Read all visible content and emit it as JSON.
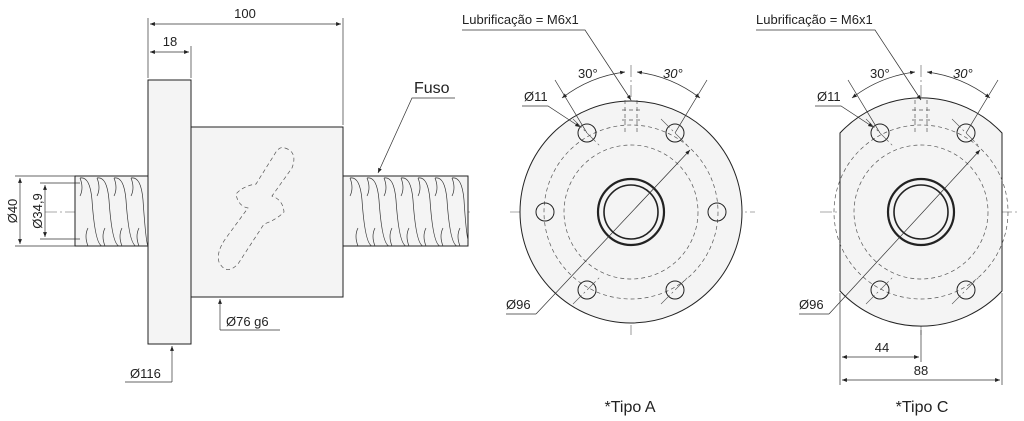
{
  "side_view": {
    "dim_length": "100",
    "dim_flange_width": "18",
    "dim_thread_outer": "Ø40",
    "dim_thread_root": "Ø34,9",
    "dim_body_dia": "Ø76 g6",
    "dim_flange_dia": "Ø116",
    "label_screw": "Fuso"
  },
  "view_a": {
    "lubrication": "Lubrificação = M6x1",
    "angle_left": "30°",
    "angle_right": "30°",
    "hole_dia": "Ø11",
    "bolt_circle": "Ø96",
    "caption": "*Tipo A"
  },
  "view_c": {
    "lubrication": "Lubrificação = M6x1",
    "angle_left": "30°",
    "angle_right": "30°",
    "hole_dia": "Ø11",
    "bolt_circle": "Ø96",
    "dim_half_width": "44",
    "dim_width": "88",
    "caption": "*Tipo C"
  },
  "colors": {
    "line": "#222222",
    "fill": "#f4f4f4"
  }
}
